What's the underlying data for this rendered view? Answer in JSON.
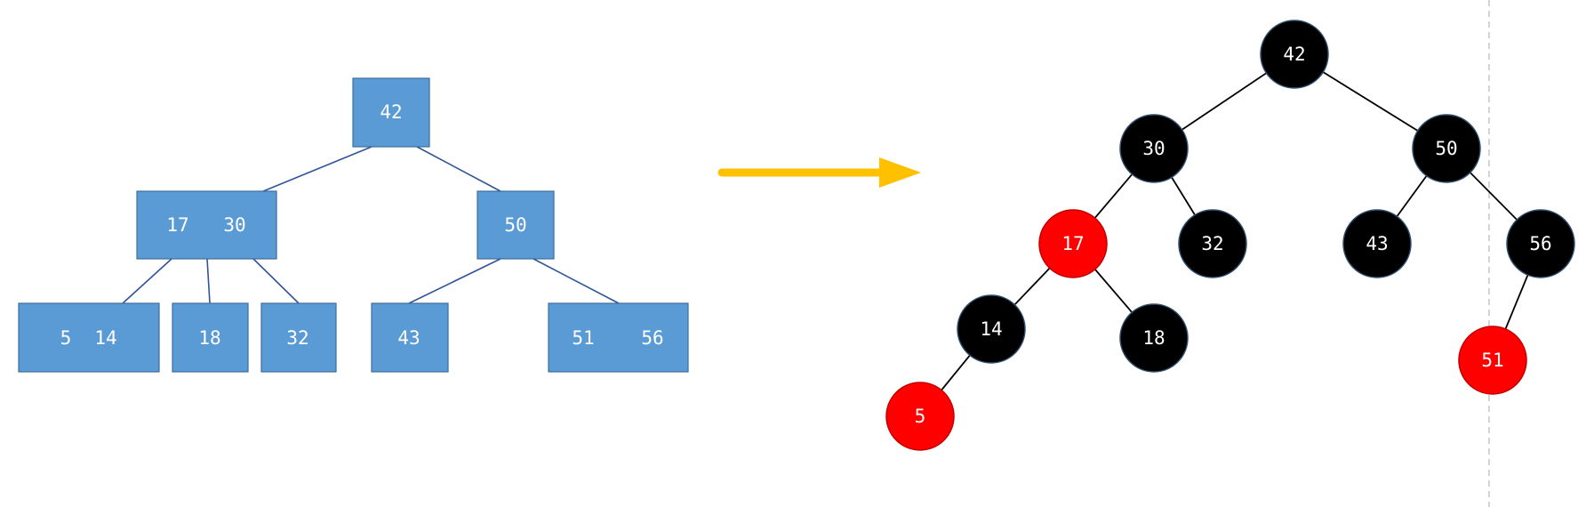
{
  "colors": {
    "btree_fill": "#5b9bd5",
    "btree_edge": "#2f5597",
    "arrow": "#ffc000",
    "rb_black": "#000000",
    "rb_red": "#ff0000",
    "node_text": "#ffffff"
  },
  "btree": {
    "root": {
      "keys": [
        "42"
      ]
    },
    "level1": [
      {
        "keys": [
          "17",
          "30"
        ]
      },
      {
        "keys": [
          "50"
        ]
      }
    ],
    "leaves": [
      {
        "keys": [
          "5",
          "14"
        ]
      },
      {
        "keys": [
          "18"
        ]
      },
      {
        "keys": [
          "32"
        ]
      },
      {
        "keys": [
          "43"
        ]
      },
      {
        "keys": [
          "51",
          "56"
        ]
      }
    ]
  },
  "arrow": {
    "icon": "arrow-right-icon"
  },
  "rbtree": {
    "nodes": [
      {
        "key": "42",
        "color": "black"
      },
      {
        "key": "30",
        "color": "black"
      },
      {
        "key": "50",
        "color": "black"
      },
      {
        "key": "17",
        "color": "red"
      },
      {
        "key": "32",
        "color": "black"
      },
      {
        "key": "43",
        "color": "black"
      },
      {
        "key": "56",
        "color": "black"
      },
      {
        "key": "14",
        "color": "black"
      },
      {
        "key": "18",
        "color": "black"
      },
      {
        "key": "51",
        "color": "red"
      },
      {
        "key": "5",
        "color": "red"
      }
    ]
  }
}
